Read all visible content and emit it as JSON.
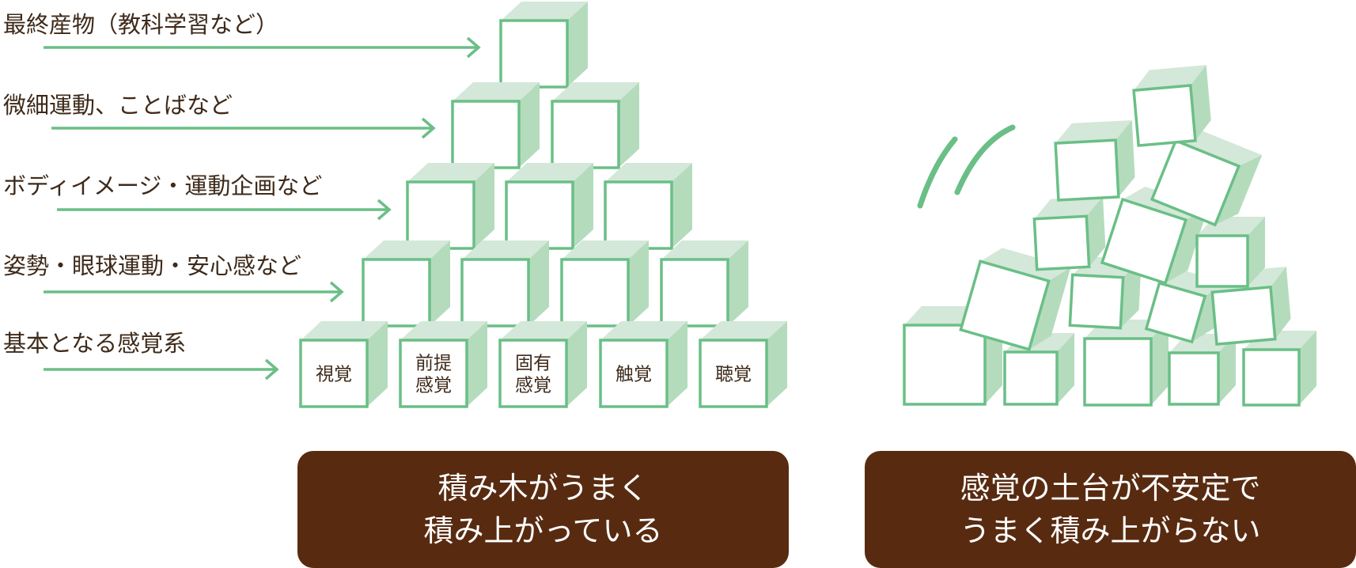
{
  "levels": [
    {
      "label": "最終産物（教科学習など）"
    },
    {
      "label": "微細運動、ことばなど"
    },
    {
      "label": "ボディイメージ・運動企画など"
    },
    {
      "label": "姿勢・眼球運動・安心感など"
    },
    {
      "label": "基本となる感覚系"
    }
  ],
  "base_blocks": [
    {
      "lines": [
        "視覚"
      ]
    },
    {
      "lines": [
        "前提",
        "感覚"
      ]
    },
    {
      "lines": [
        "固有",
        "感覚"
      ]
    },
    {
      "lines": [
        "触覚"
      ]
    },
    {
      "lines": [
        "聴覚"
      ]
    }
  ],
  "captions": {
    "left": {
      "line1": "積み木がうまく",
      "line2": "積み上がっている"
    },
    "right": {
      "line1": "感覚の土台が不安定で",
      "line2": "うまく積み上がらない"
    }
  },
  "colors": {
    "green_line": "#6abf86",
    "block_top": "#d3e8d8",
    "block_side": "#b5dbbd",
    "block_front": "#ffffff",
    "caption_bg": "#582b11",
    "text": "#3e2a1a"
  }
}
